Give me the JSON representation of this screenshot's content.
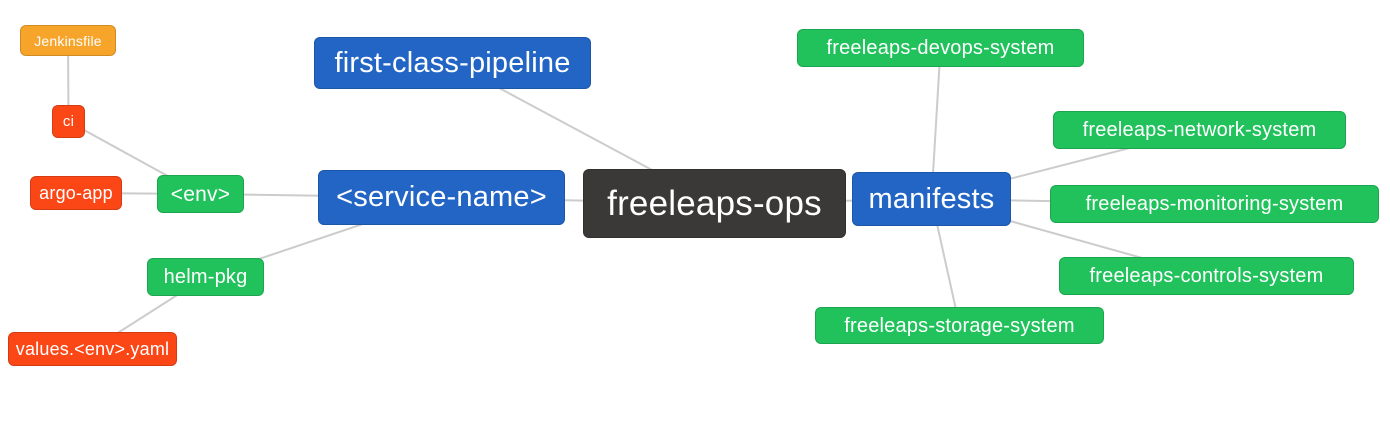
{
  "colors": {
    "blue": "#2265C4",
    "green": "#21C25C",
    "red": "#FB4616",
    "orange": "#F6A42A",
    "dark": "#3B3838",
    "edge": "#CCCCCC",
    "background": "#FFFFFF",
    "text": "#FFFFFF"
  },
  "nodes": {
    "jenkinsfile": {
      "label": "Jenkinsfile",
      "color": "orange"
    },
    "ci": {
      "label": "ci",
      "color": "red"
    },
    "argo_app": {
      "label": "argo-app",
      "color": "red"
    },
    "env": {
      "label": "<env>",
      "color": "green"
    },
    "helm_pkg": {
      "label": "helm-pkg",
      "color": "green"
    },
    "values_env_yaml": {
      "label": "values.<env>.yaml",
      "color": "red"
    },
    "first_class_pipeline": {
      "label": "first-class-pipeline",
      "color": "blue"
    },
    "service_name": {
      "label": "<service-name>",
      "color": "blue"
    },
    "freeleaps_ops": {
      "label": "freeleaps-ops",
      "color": "dark"
    },
    "manifests": {
      "label": "manifests",
      "color": "blue"
    },
    "devops_system": {
      "label": "freeleaps-devops-system",
      "color": "green"
    },
    "network_system": {
      "label": "freeleaps-network-system",
      "color": "green"
    },
    "monitoring_system": {
      "label": "freeleaps-monitoring-system",
      "color": "green"
    },
    "controls_system": {
      "label": "freeleaps-controls-system",
      "color": "green"
    },
    "storage_system": {
      "label": "freeleaps-storage-system",
      "color": "green"
    }
  },
  "edges": [
    [
      "jenkinsfile",
      "ci"
    ],
    [
      "ci",
      "env"
    ],
    [
      "argo_app",
      "env"
    ],
    [
      "env",
      "service_name"
    ],
    [
      "helm_pkg",
      "service_name"
    ],
    [
      "values_env_yaml",
      "helm_pkg"
    ],
    [
      "first_class_pipeline",
      "freeleaps_ops"
    ],
    [
      "service_name",
      "freeleaps_ops"
    ],
    [
      "freeleaps_ops",
      "manifests"
    ],
    [
      "manifests",
      "devops_system"
    ],
    [
      "manifests",
      "network_system"
    ],
    [
      "manifests",
      "monitoring_system"
    ],
    [
      "manifests",
      "controls_system"
    ],
    [
      "manifests",
      "storage_system"
    ]
  ]
}
